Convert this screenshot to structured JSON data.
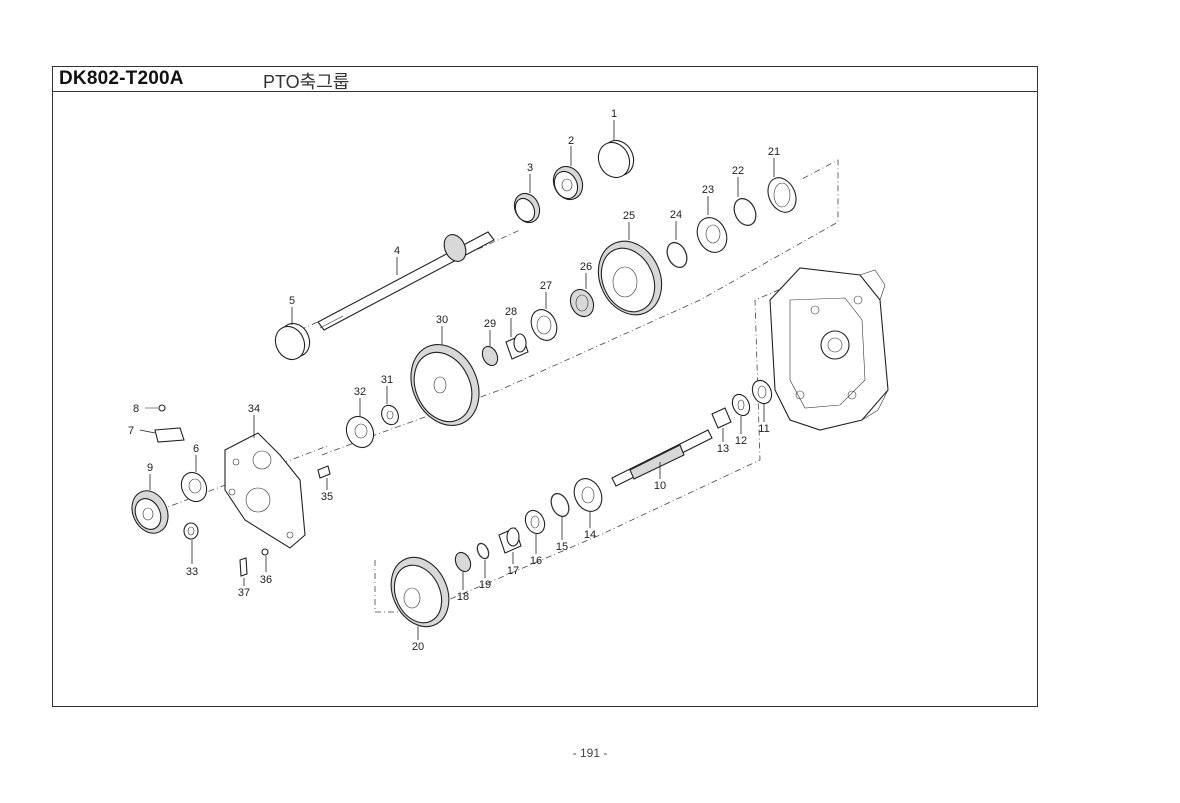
{
  "header": {
    "model": "DK802-T200A",
    "title": "PTO축그룹"
  },
  "page_number": "- 191 -",
  "callouts": [
    "1",
    "2",
    "3",
    "4",
    "5",
    "6",
    "7",
    "8",
    "9",
    "10",
    "11",
    "12",
    "13",
    "14",
    "15",
    "16",
    "17",
    "18",
    "19",
    "20",
    "21",
    "22",
    "23",
    "24",
    "25",
    "26",
    "27",
    "28",
    "29",
    "30",
    "31",
    "32",
    "33",
    "34",
    "35",
    "36",
    "37"
  ]
}
